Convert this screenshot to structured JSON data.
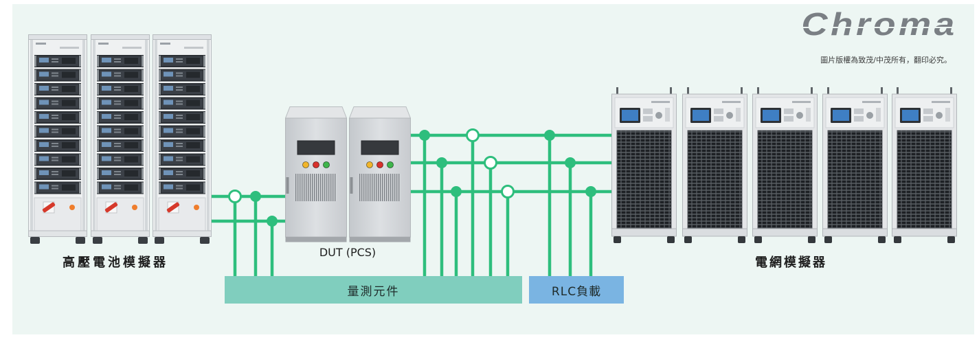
{
  "brand": {
    "logo_text": "Chroma",
    "copyright": "圖片版權為致茂/中茂所有，翻印必究。"
  },
  "battery_simulator": {
    "label": "高壓電池模擬器"
  },
  "dut": {
    "label": "DUT (PCS)"
  },
  "grid_simulator": {
    "label": "電網模擬器"
  },
  "measurement": {
    "label": "量測元件"
  },
  "rlc_load": {
    "label": "RLC負載"
  },
  "colors": {
    "background": "#edf6f3",
    "bus_line": "#2ebe7d",
    "measurement_fill": "#80cebe",
    "rlc_fill": "#7ab4e2",
    "logo": "#7a7f84",
    "label_text": "#1e1e1e"
  }
}
